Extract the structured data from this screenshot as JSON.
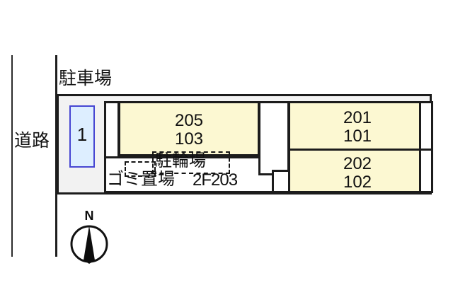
{
  "diagram": {
    "type": "property-floor-plan",
    "title_labels": {
      "parking_lot": "駐車場",
      "road": "道路"
    },
    "colors": {
      "unit_fill": "#fcf8d2",
      "site_fill": "#f2f2f2",
      "stall_fill": "#ddeeff",
      "stall_border": "#4646d2",
      "outline": "#1c1c1c",
      "text": "#101010"
    },
    "parking_stalls": [
      {
        "number": "1"
      }
    ],
    "units": [
      {
        "upper": "205",
        "lower": "103",
        "position": "center-left"
      },
      {
        "upper": "201",
        "lower": "101",
        "position": "right-upper"
      },
      {
        "upper": "202",
        "lower": "102",
        "position": "right-lower"
      }
    ],
    "facilities": [
      {
        "label": "駐輪場",
        "kind": "bicycle-parking",
        "style": "dashed-box"
      },
      {
        "label": "ゴミ置場",
        "kind": "garbage-area",
        "style": "dashed-box"
      }
    ],
    "annotations": [
      {
        "label": "2F203",
        "kind": "unit-reference"
      }
    ],
    "compass": {
      "north_label": "N"
    }
  }
}
